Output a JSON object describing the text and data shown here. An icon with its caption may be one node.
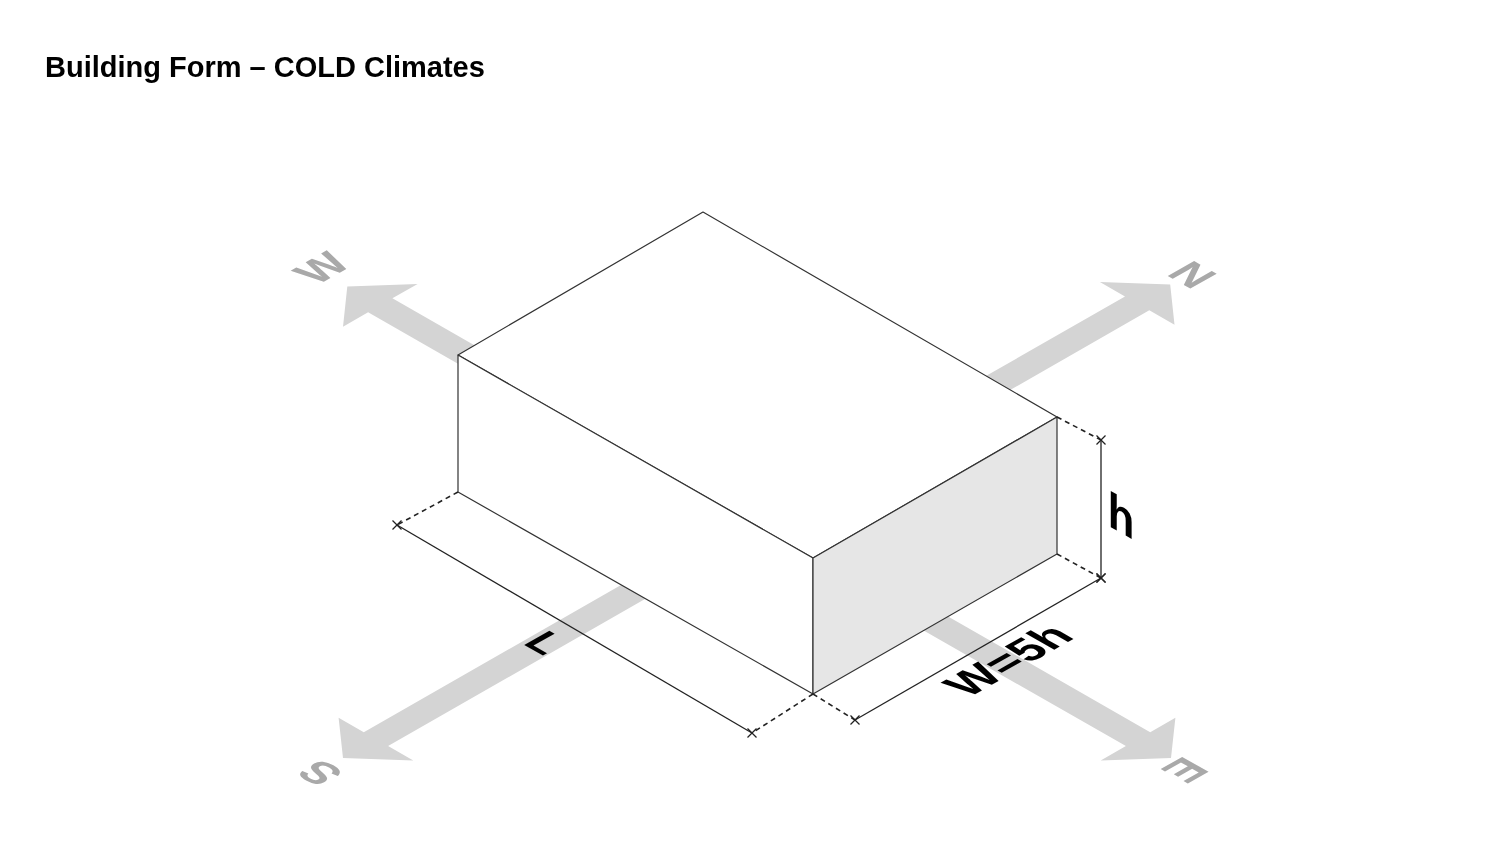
{
  "diagram": {
    "title": "Building Form – COLD Climates",
    "labels": [
      "W",
      "N",
      "h",
      "L",
      "W=5h",
      "S",
      "E"
    ]
  }
}
